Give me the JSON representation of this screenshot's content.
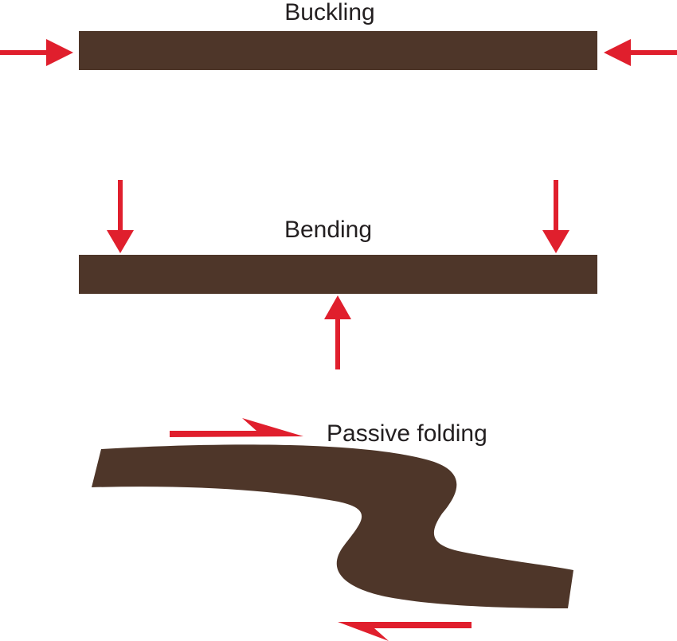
{
  "labels": {
    "buckling": "Buckling",
    "bending": "Bending",
    "passive_folding": "Passive folding"
  },
  "colors": {
    "layer": "#4e3629",
    "arrow": "#e01f2d",
    "text": "#231f20",
    "background": "#ffffff"
  }
}
